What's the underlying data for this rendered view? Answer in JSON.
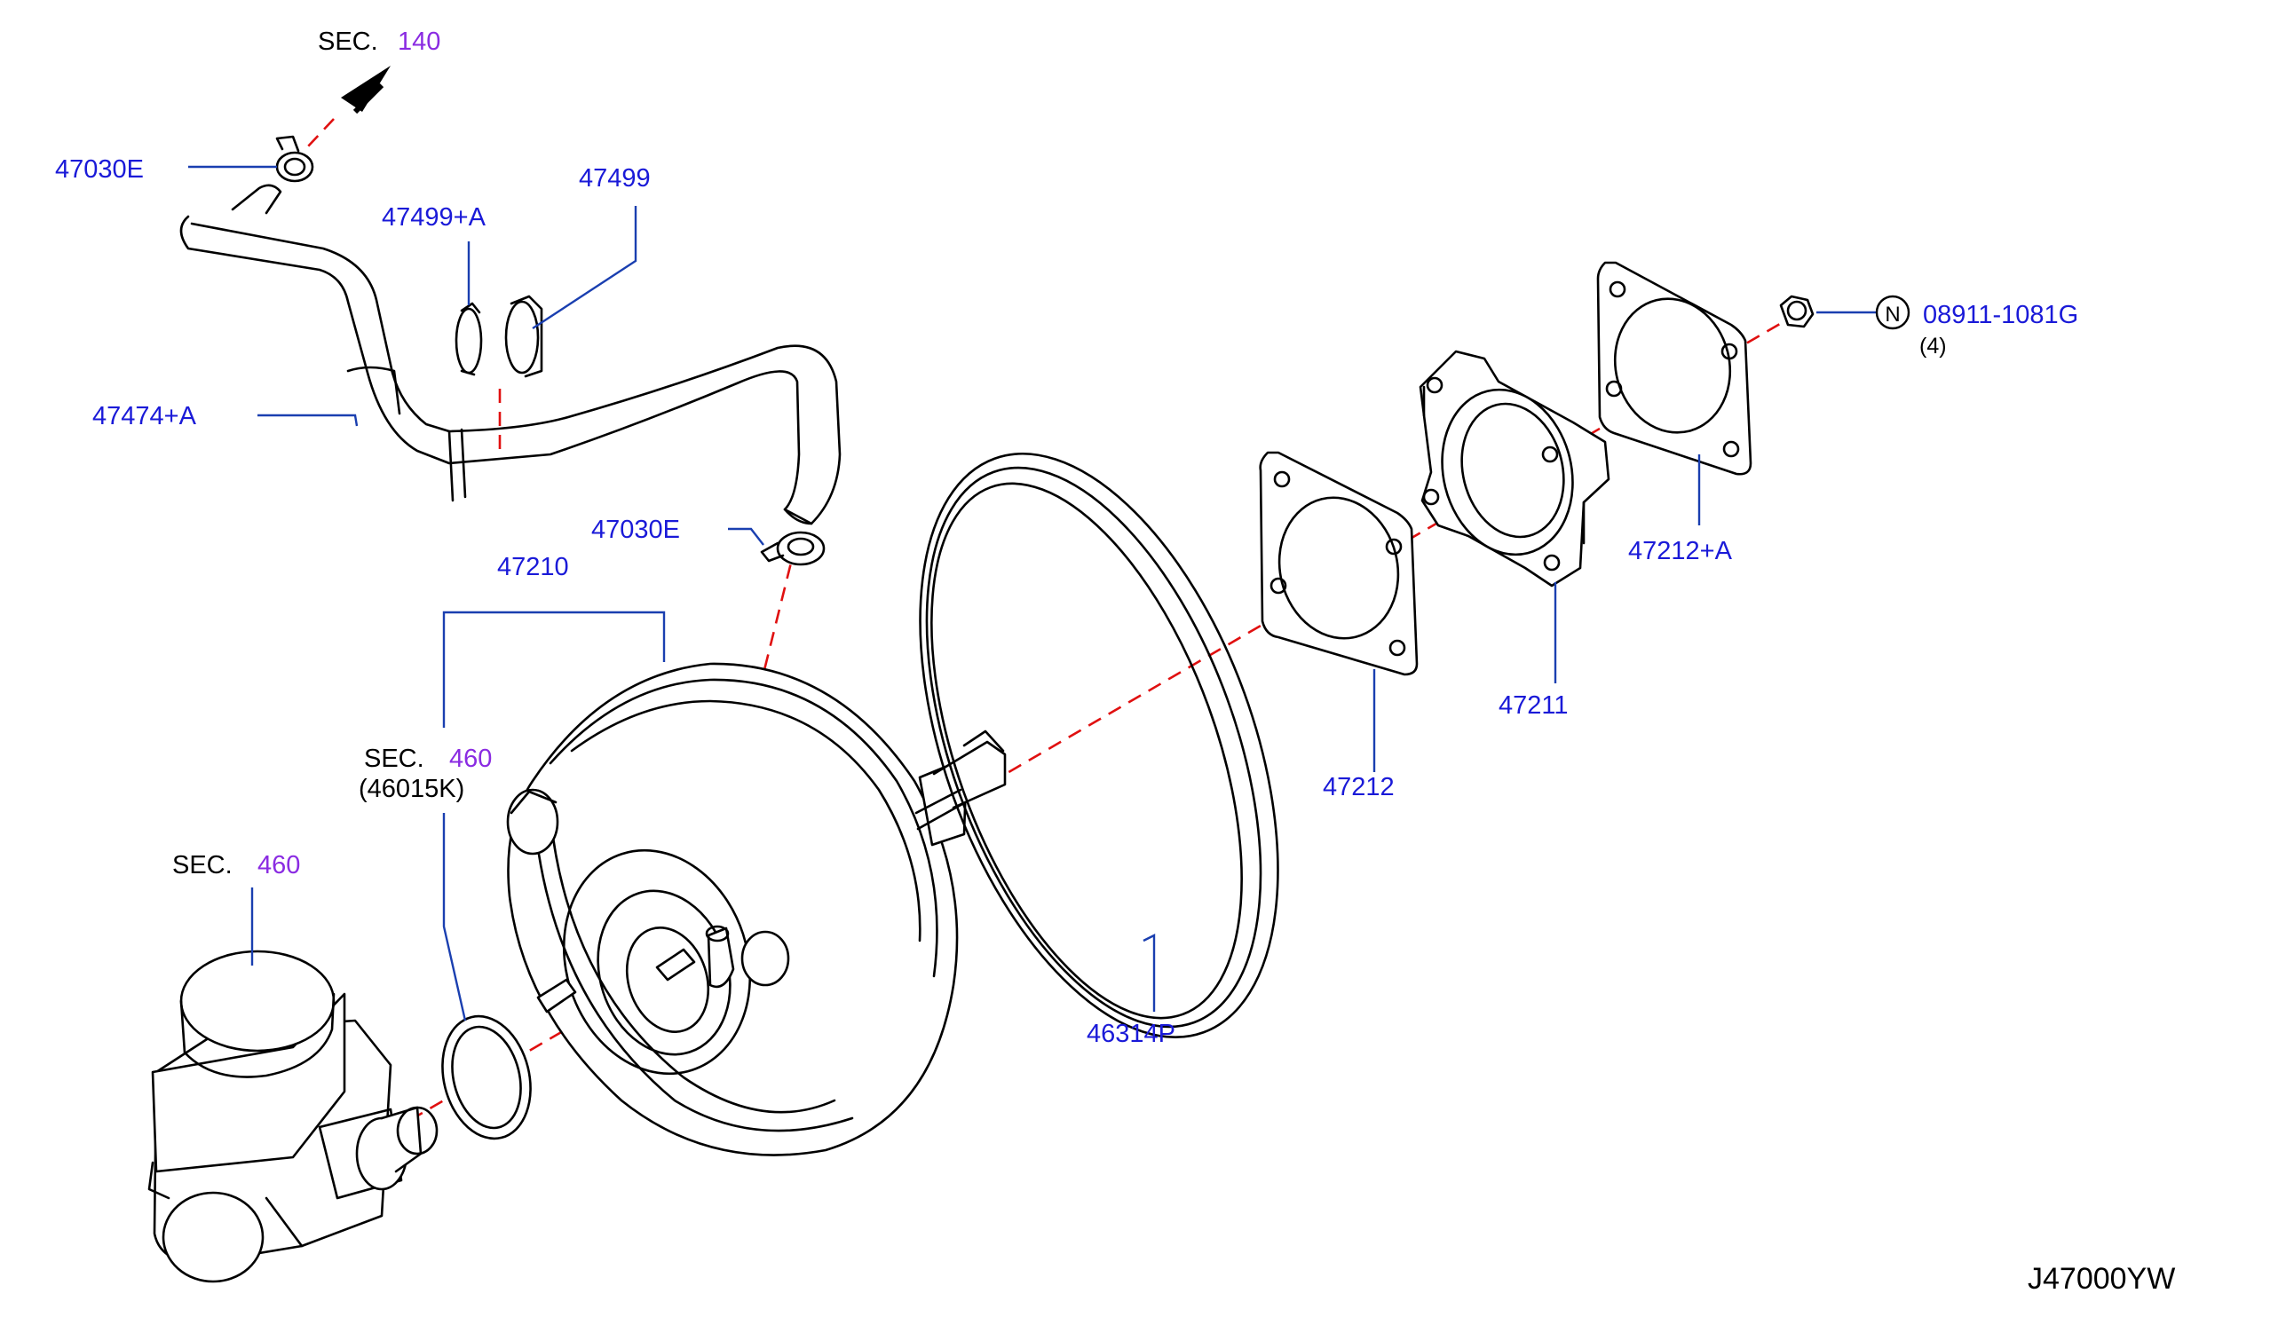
{
  "drawing": {
    "diagram_code": "J47000YW",
    "sections": [
      {
        "prefix": "SEC.",
        "number": "140"
      },
      {
        "prefix": "SEC.",
        "number": "460",
        "sub": "(46015K)"
      },
      {
        "prefix": "SEC.",
        "number": "460"
      }
    ],
    "callouts": {
      "clamp_upper": "47030E",
      "grommet_a": "47499+A",
      "grommet": "47499",
      "hose": "47474+A",
      "clamp_lower": "47030E",
      "booster": "47210",
      "nut": "08911-1081G",
      "nut_symbol": "N",
      "nut_qty": "(4)",
      "gasket_outer": "47212+A",
      "spacer": "47211",
      "gasket_inner": "47212",
      "booster_seal": "46314P"
    },
    "colors": {
      "part_number": "#1a1ad8",
      "section_number": "#8a2be2",
      "leader": "#1a3fb0",
      "center_axis": "#e01010",
      "outline": "#000000"
    }
  }
}
